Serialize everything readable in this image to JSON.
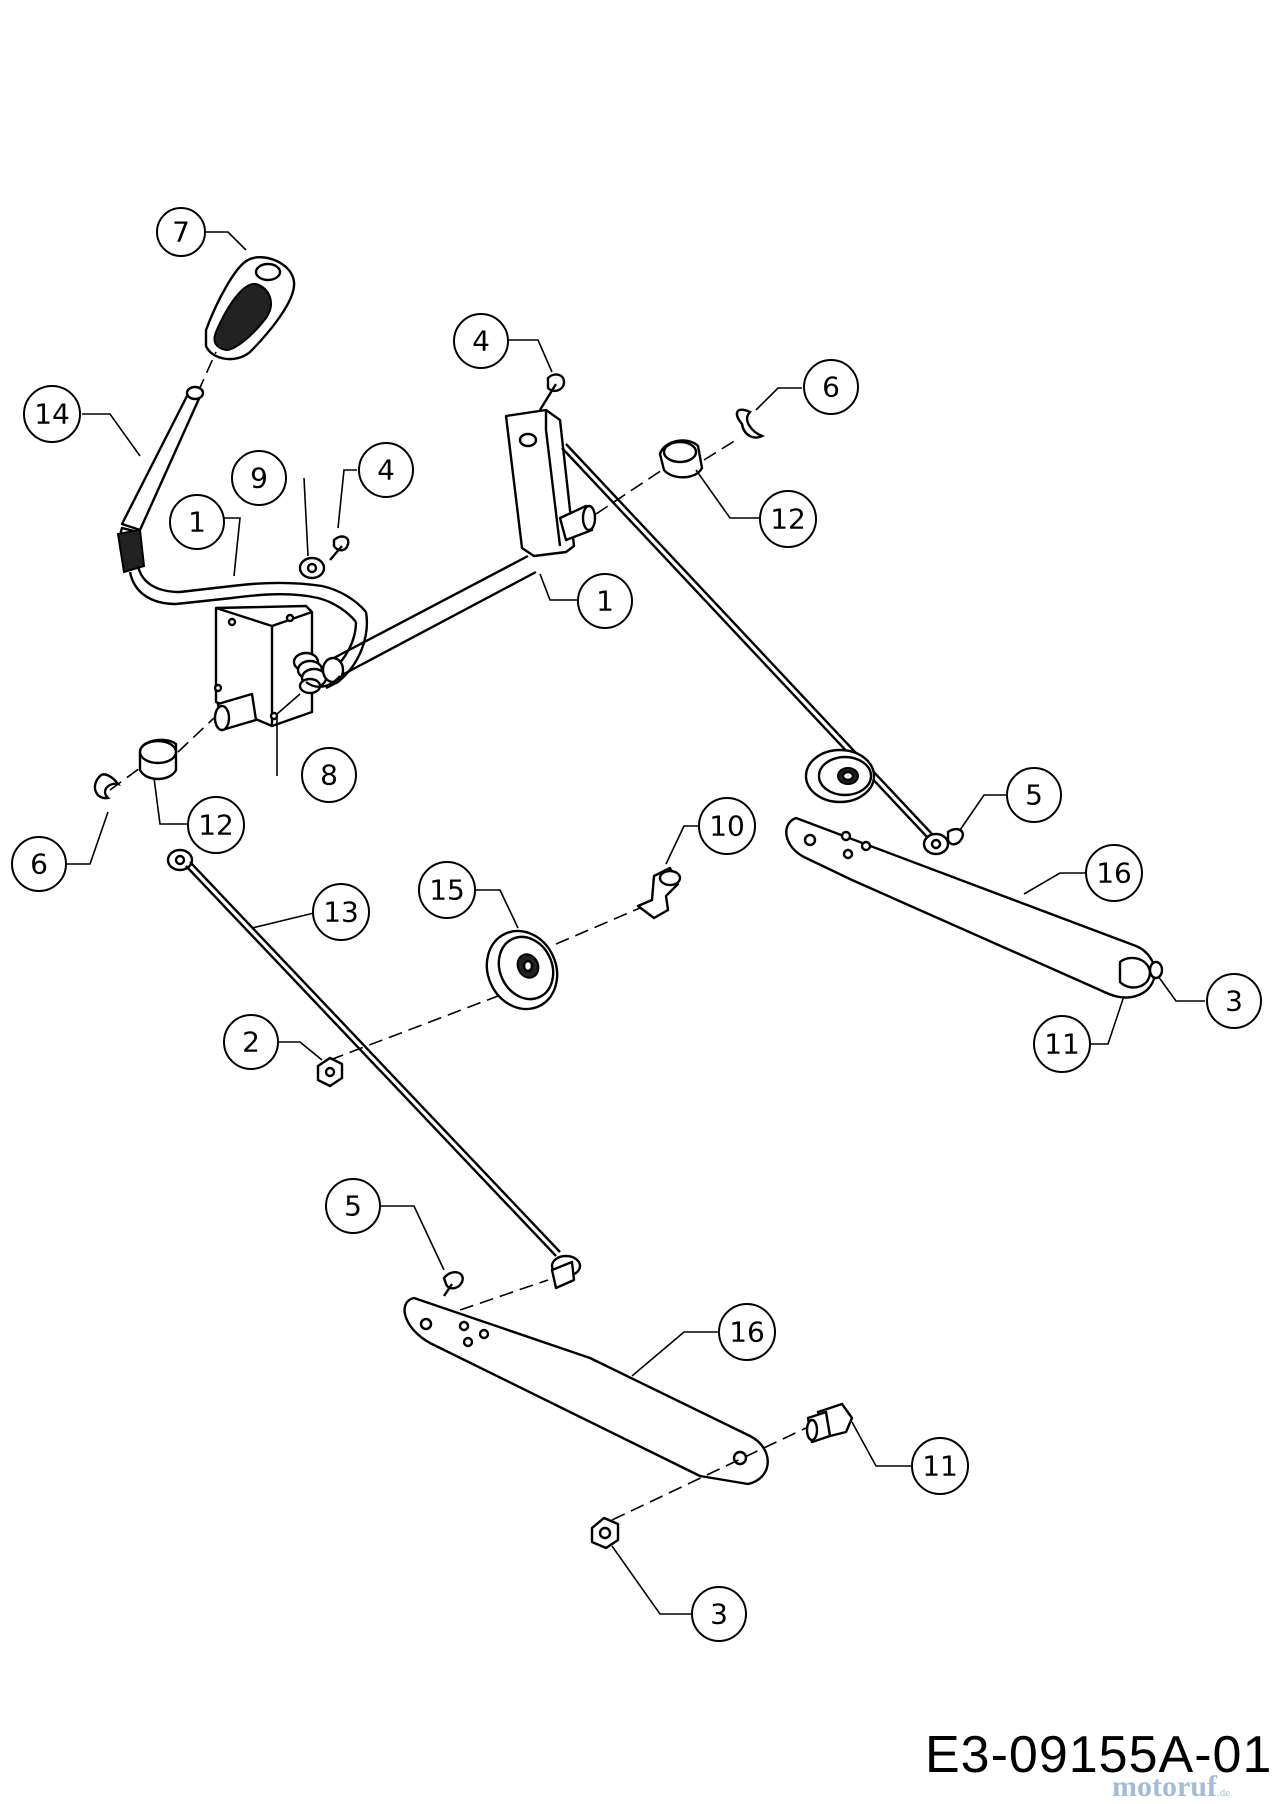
{
  "diagram": {
    "code": "E3-09155A-01",
    "watermark": "motoruf",
    "watermark_suffix": ".de",
    "callouts": [
      {
        "id": "c7",
        "label": "7"
      },
      {
        "id": "c14",
        "label": "14"
      },
      {
        "id": "c9",
        "label": "9"
      },
      {
        "id": "c4a",
        "label": "4"
      },
      {
        "id": "c1a",
        "label": "1"
      },
      {
        "id": "c4b",
        "label": "4"
      },
      {
        "id": "c6a",
        "label": "6"
      },
      {
        "id": "c12a",
        "label": "12"
      },
      {
        "id": "c1b",
        "label": "1"
      },
      {
        "id": "c8",
        "label": "8"
      },
      {
        "id": "c6b",
        "label": "6"
      },
      {
        "id": "c12b",
        "label": "12"
      },
      {
        "id": "c10",
        "label": "10"
      },
      {
        "id": "c5a",
        "label": "5"
      },
      {
        "id": "c16a",
        "label": "16"
      },
      {
        "id": "c15",
        "label": "15"
      },
      {
        "id": "c13",
        "label": "13"
      },
      {
        "id": "c3a",
        "label": "3"
      },
      {
        "id": "c11a",
        "label": "11"
      },
      {
        "id": "c2",
        "label": "2"
      },
      {
        "id": "c5b",
        "label": "5"
      },
      {
        "id": "c16b",
        "label": "16"
      },
      {
        "id": "c11b",
        "label": "11"
      },
      {
        "id": "c3b",
        "label": "3"
      }
    ]
  }
}
